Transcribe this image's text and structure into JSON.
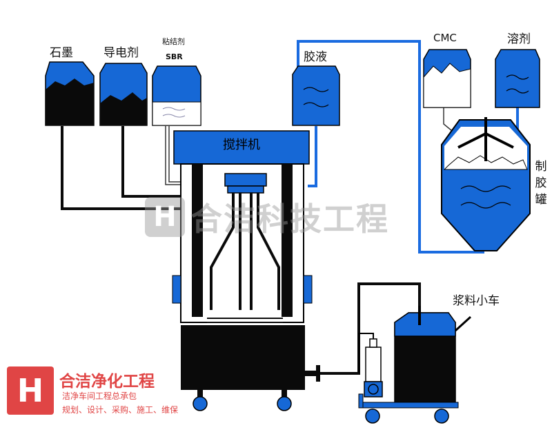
{
  "labels": {
    "graphite": "石墨",
    "conductive_agent": "导电剂",
    "binder": "粘结剂",
    "sbr": "SBR",
    "glue_liquid": "胶液",
    "cmc": "CMC",
    "solvent": "溶剂",
    "mixer": "搅拌机",
    "glue_tank": [
      "制",
      "胶",
      "罐"
    ],
    "slurry_cart": "浆料小车"
  },
  "watermark": {
    "icon_char": "H",
    "text": "合洁科技工程"
  },
  "logo": {
    "icon_char": "H",
    "title": "合洁净化工程",
    "line1": "洁净车间工程总承包",
    "line2": "规划、设计、采购、施工、维保"
  },
  "colors": {
    "blue": "#1668d6",
    "black": "#0a0a0a",
    "pipe_blue": "#1a6be0",
    "red": "#e04545"
  }
}
